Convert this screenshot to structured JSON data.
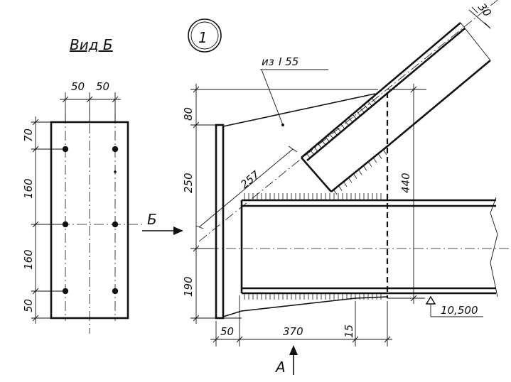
{
  "view_title": "Вид  Б",
  "detail_number": "1",
  "material_note_prefix": "из",
  "material_note_profile": "I 55",
  "view_label": "Б",
  "section_label": "А",
  "elevation": "10,500",
  "view_b_dims": {
    "top_left": "50",
    "top_right": "50",
    "side": [
      "70",
      "160",
      "160",
      "50"
    ]
  },
  "main_dims": {
    "left": [
      "80",
      "250",
      "190"
    ],
    "diag_length": "257",
    "height_right": "440",
    "bottom": [
      "50",
      "370",
      "15"
    ],
    "flange_offset": "30"
  }
}
